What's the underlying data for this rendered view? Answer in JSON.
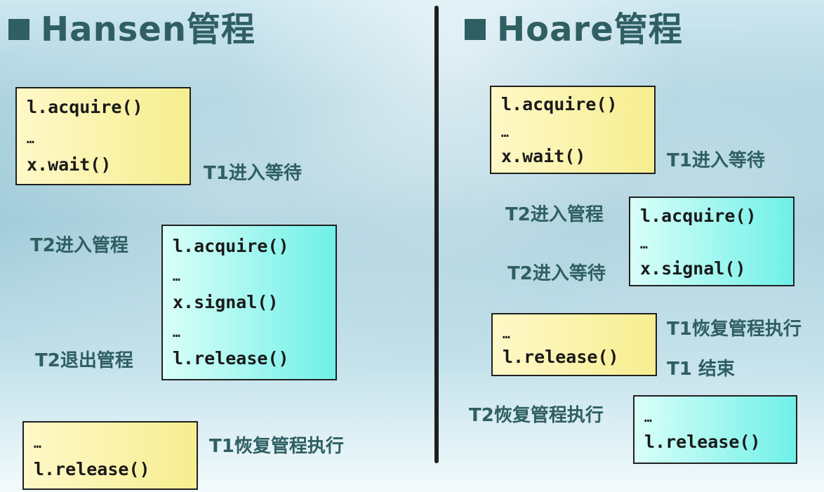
{
  "left": {
    "title": "Hansen管程",
    "box1": {
      "lines": [
        "l.acquire()",
        "…",
        "x.wait()"
      ]
    },
    "box2": {
      "lines": [
        "l.acquire()",
        "…",
        "x.signal()",
        "…",
        "l.release()"
      ]
    },
    "box3": {
      "lines": [
        "…",
        "l.release()"
      ]
    },
    "labels": {
      "t1_wait": "T1进入等待",
      "t2_enter": "T2进入管程",
      "t2_exit": "T2退出管程",
      "t1_resume": "T1恢复管程执行"
    }
  },
  "right": {
    "title": "Hoare管程",
    "box1": {
      "lines": [
        "l.acquire()",
        "…",
        "x.wait()"
      ]
    },
    "box2": {
      "lines": [
        "l.acquire()",
        "…",
        "x.signal()"
      ]
    },
    "box3": {
      "lines": [
        "…",
        "l.release()"
      ]
    },
    "box4": {
      "lines": [
        "…",
        "l.release()"
      ]
    },
    "labels": {
      "t1_wait": "T1进入等待",
      "t2_enter": "T2进入管程",
      "t2_wait": "T2进入等待",
      "t1_resume": "T1恢复管程执行",
      "t1_end": "T1 结束",
      "t2_resume": "T2恢复管程执行"
    }
  },
  "colors": {
    "title_text": "#2f5f62",
    "box_yellow_start": "#fff8c8",
    "box_yellow_end": "#f6ee8f",
    "box_cyan_start": "#d9fff8",
    "box_cyan_end": "#6ff0e8",
    "divider": "#1f1f1f"
  }
}
